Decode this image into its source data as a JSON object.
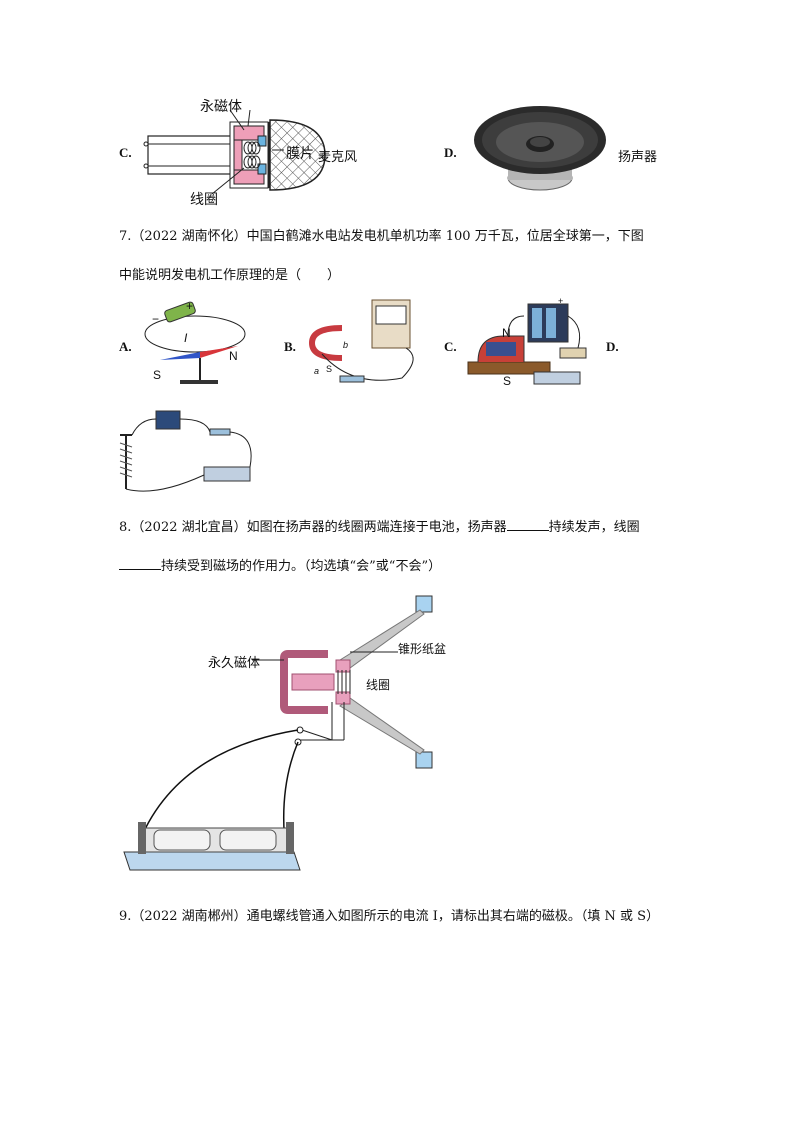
{
  "q6": {
    "optC_label": "C.",
    "optC_magnet": "永磁体",
    "optC_membrane": "膜片",
    "optC_name": "麦克风",
    "optC_coil": "线圈",
    "optD_label": "D.",
    "optD_name": "扬声器"
  },
  "q7": {
    "line1": "7.（2022 湖南怀化）中国白鹤滩水电站发电机单机功率 100 万千瓦，位居全球第一，下图",
    "line2": "中能说明发电机工作原理的是（　　）",
    "optA": "A.",
    "optB": "B.",
    "optC": "C.",
    "optD": "D.",
    "a_current": "I",
    "a_S": "S",
    "a_N": "N",
    "a_plus": "+",
    "a_minus": "−",
    "b_a": "a",
    "b_b": "b",
    "b_S": "S",
    "c_N": "N",
    "c_S": "S",
    "c_plus": "+"
  },
  "q8": {
    "line1_a": "8.（2022 湖北宜昌）如图在扬声器的线圈两端连接于电池，扬声器",
    "line1_b": "持续发声，线圈",
    "line2_b": "持续受到磁场的作用力。（均选填“会”或“不会”）",
    "label_cone": "锥形纸盆",
    "label_magnet": "永久磁体",
    "label_coil": "线圈"
  },
  "q9": {
    "line1": "9.（2022 湖南郴州）通电螺线管通入如图所示的电流 I，请标出其右端的磁极。（填 N 或 S）"
  }
}
